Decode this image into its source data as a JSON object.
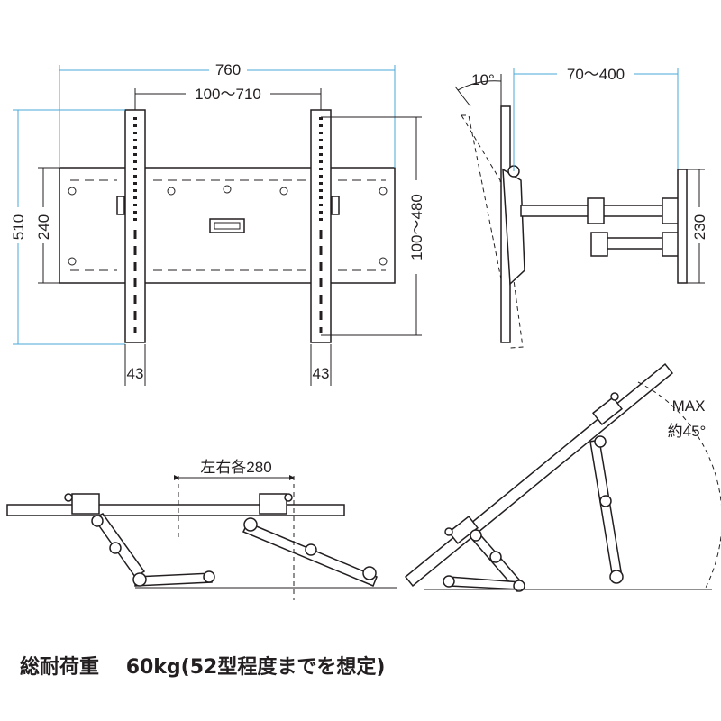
{
  "front_view": {
    "width_total": "760",
    "vesa_range": "100～710",
    "height_total": "510",
    "plate_height": "240",
    "vertical_range": "100～480",
    "arm_width_left": "43",
    "arm_width_right": "43"
  },
  "side_view": {
    "tilt_angle": "10°",
    "depth_range": "70～400",
    "bracket_height": "230"
  },
  "swivel_view": {
    "swing_label": "左右各280"
  },
  "tilt_view": {
    "max_label": "MAX",
    "angle_label": "約45°"
  },
  "caption": {
    "label": "総耐荷重",
    "value": "60kg(52型程度までを想定)"
  },
  "colors": {
    "dimension_line": "#4aa8d8",
    "drawing": "#231f20"
  }
}
